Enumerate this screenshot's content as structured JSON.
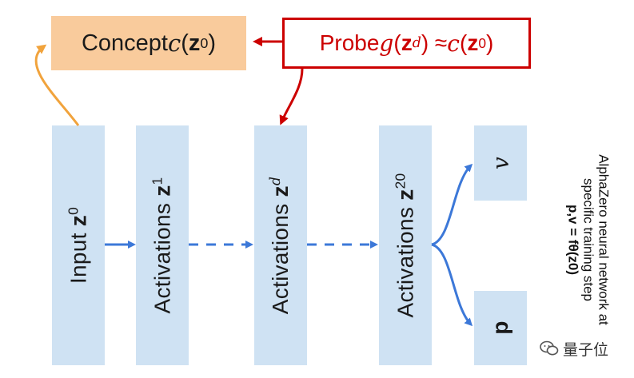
{
  "concept": {
    "prefix": "Concept ",
    "func": "c",
    "open": "(",
    "var": "z",
    "sup": "0",
    "close": ")"
  },
  "probe": {
    "prefix": "Probe ",
    "g": "g",
    "open1": "(",
    "var1": "z",
    "sup1": "d",
    "mid": ") ≈ ",
    "c": "c",
    "open2": "(",
    "var2": "z",
    "sup2": "0",
    "close": ")"
  },
  "layers": [
    {
      "label": "Input ",
      "var": "z",
      "sup": "0"
    },
    {
      "label": "Activations ",
      "var": "z",
      "sup": "1"
    },
    {
      "label": "Activations ",
      "var": "z",
      "sup": "d"
    },
    {
      "label": "Activations ",
      "var": "z",
      "sup": "20"
    }
  ],
  "outputs": {
    "value": "v",
    "policy": "p"
  },
  "caption": {
    "line1": "AlphaZero neural network at",
    "line2": "specific training step",
    "line3": "p,v = fθ(z0)"
  },
  "watermark": "量子位",
  "colors": {
    "layer_box": "#cfe2f3",
    "concept_box": "#f9cb9c",
    "probe_red": "#cc0000",
    "flow_blue": "#3c78d8",
    "concept_arrow": "#f1a33c"
  }
}
